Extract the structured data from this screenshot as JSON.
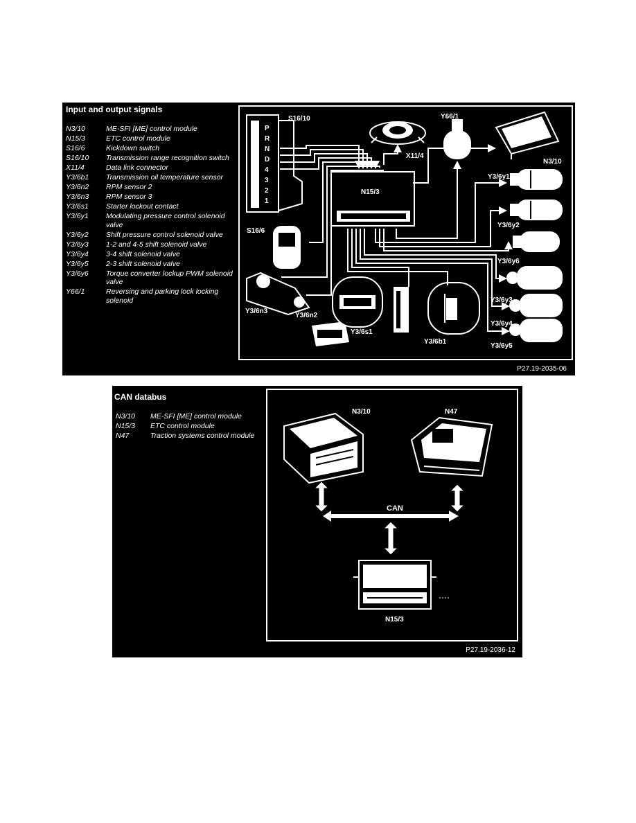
{
  "figure1": {
    "title": "Input and output signals",
    "legend": [
      {
        "code": "N3/10",
        "desc": "ME-SFI [ME] control module"
      },
      {
        "code": "N15/3",
        "desc": "ETC control module"
      },
      {
        "code": "S16/6",
        "desc": "Kickdown switch"
      },
      {
        "code": "S16/10",
        "desc": "Transmission range recognition switch"
      },
      {
        "code": "X11/4",
        "desc": "Data link connector"
      },
      {
        "code": "Y3/6b1",
        "desc": "Transmission oil temperature sensor"
      },
      {
        "code": "Y3/6n2",
        "desc": "RPM sensor 2"
      },
      {
        "code": "Y3/6n3",
        "desc": "RPM sensor 3"
      },
      {
        "code": "Y3/6s1",
        "desc": "Starter lockout contact"
      },
      {
        "code": "Y3/6y1",
        "desc": "Modulating pressure control solenoid valve"
      },
      {
        "code": "Y3/6y2",
        "desc": "Shift pressure control solenoid valve"
      },
      {
        "code": "Y3/6y3",
        "desc": "1-2 and 4-5 shift solenoid valve"
      },
      {
        "code": "Y3/6y4",
        "desc": "3-4 shift solenoid valve"
      },
      {
        "code": "Y3/6y5",
        "desc": "2-3 shift solenoid valve"
      },
      {
        "code": "Y3/6y6",
        "desc": "Torque converter lockup PWM solenoid valve"
      },
      {
        "code": "Y66/1",
        "desc": "Reversing and parking lock locking solenoid"
      }
    ],
    "labels": {
      "s16_10": "S16/10",
      "y66_1": "Y66/1",
      "x11_4": "X11/4",
      "n3_10": "N3/10",
      "n15_3": "N15/3",
      "s16_6": "S16/6",
      "y3_6y1": "Y3/6y1",
      "y3_6y2": "Y3/6y2",
      "y3_6y6": "Y3/6y6",
      "y3_6y3": "Y3/6y3",
      "y3_6y4": "Y3/6y4",
      "y3_6y5": "Y3/6y5",
      "y3_6n3": "Y3/6n3",
      "y3_6n2": "Y3/6n2",
      "y3_6s1": "Y3/6s1",
      "y3_6b1": "Y3/6b1"
    },
    "selector_letters": [
      "P",
      "R",
      "N",
      "D",
      "4",
      "3",
      "2",
      "1"
    ],
    "caption": "P27.19-2035-06"
  },
  "figure2": {
    "title": "CAN databus",
    "legend": [
      {
        "code": "N3/10",
        "desc": "ME-SFI [ME] control module"
      },
      {
        "code": "N15/3",
        "desc": "ETC control module"
      },
      {
        "code": "N47",
        "desc": "Traction systems control module"
      }
    ],
    "labels": {
      "n3_10": "N3/10",
      "n47": "N47",
      "can": "CAN",
      "n15_3": "N15/3"
    },
    "caption": "P27.19-2036-12"
  }
}
